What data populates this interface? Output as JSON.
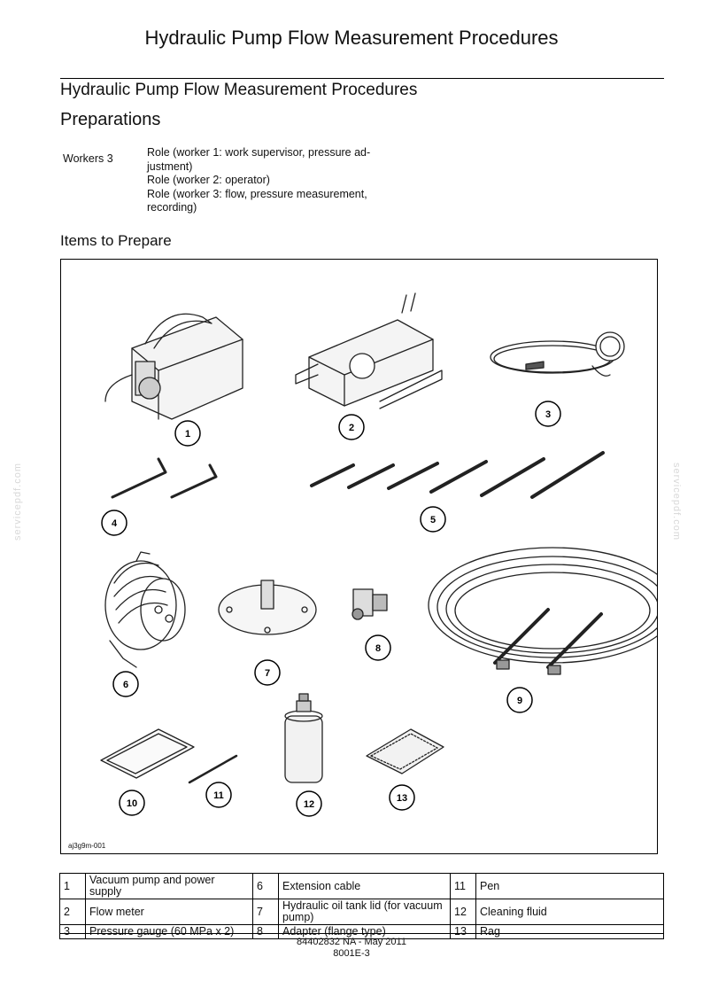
{
  "header": {
    "title": "Hydraulic Pump Flow Measurement Procedures"
  },
  "doc": {
    "title": "Hydraulic Pump Flow Measurement Procedures",
    "section": "Preparations",
    "workers_label": "Workers 3",
    "roles": [
      "Role (worker 1: work supervisor, pressure ad-justment)",
      "Role (worker 2: operator)",
      "Role (worker 3: flow, pressure measurement, recording)"
    ],
    "items_title": "Items to Prepare",
    "figure_code": "aj3g9m-001"
  },
  "callouts": [
    "1",
    "2",
    "3",
    "4",
    "5",
    "6",
    "7",
    "8",
    "9",
    "10",
    "11",
    "12",
    "13"
  ],
  "items_table": [
    [
      {
        "n": "1",
        "label": "Vacuum pump and power supply"
      },
      {
        "n": "6",
        "label": "Extension cable"
      },
      {
        "n": "11",
        "label": "Pen"
      }
    ],
    [
      {
        "n": "2",
        "label": "Flow meter"
      },
      {
        "n": "7",
        "label": "Hydraulic oil tank lid (for vacuum pump)"
      },
      {
        "n": "12",
        "label": "Cleaning fluid"
      }
    ],
    [
      {
        "n": "3",
        "label": "Pressure gauge (60 MPa x 2)"
      },
      {
        "n": "8",
        "label": "Adapter (flange type)"
      },
      {
        "n": "13",
        "label": "Rag"
      }
    ]
  ],
  "footer": {
    "line1": "84402832 NA - May 2011",
    "line2": "8001E-3"
  },
  "watermark": "servicepdf.com"
}
